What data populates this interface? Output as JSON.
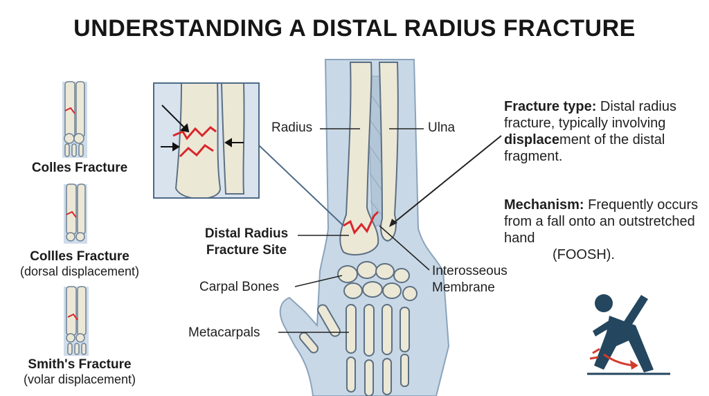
{
  "title": "UNDERSTANDING A DISTAL RADIUS FRACTURE",
  "labels": {
    "radius": "Radius",
    "ulna": "Ulna",
    "fracture_site_line1": "Distal Radius",
    "fracture_site_line2": "Fracture Site",
    "interosseous_line1": "Interosseous",
    "interosseous_line2": "Membrane",
    "carpal": "Carpal Bones",
    "metacarpals": "Metacarpals"
  },
  "thumbnails": [
    {
      "title": "Colles Fracture",
      "subtitle": ""
    },
    {
      "title": "Collles Fracture",
      "subtitle": "(dorsal displacement)"
    },
    {
      "title": "Smith's Fracture",
      "subtitle": "(volar displacement)"
    }
  ],
  "notes": {
    "fracture_type": {
      "term": "Fracture type:",
      "text_a": " Distal radius fracture, typically involving ",
      "emph": "displace",
      "text_b": "ment of the distal fragment."
    },
    "mechanism": {
      "term": "Mechanism:",
      "text": " Frequently occurs from a fall onto an outstretched hand",
      "abbr": "(FOOSH)."
    }
  },
  "colors": {
    "bone_fill": "#ece8d6",
    "bone_outline": "#5c6f82",
    "skin": "#c9d8e6",
    "fracture": "#d9262b",
    "figure": "#24465e",
    "accent_red": "#d33b2c"
  },
  "icons": [
    "fall-figure-icon",
    "arrow-icon"
  ]
}
